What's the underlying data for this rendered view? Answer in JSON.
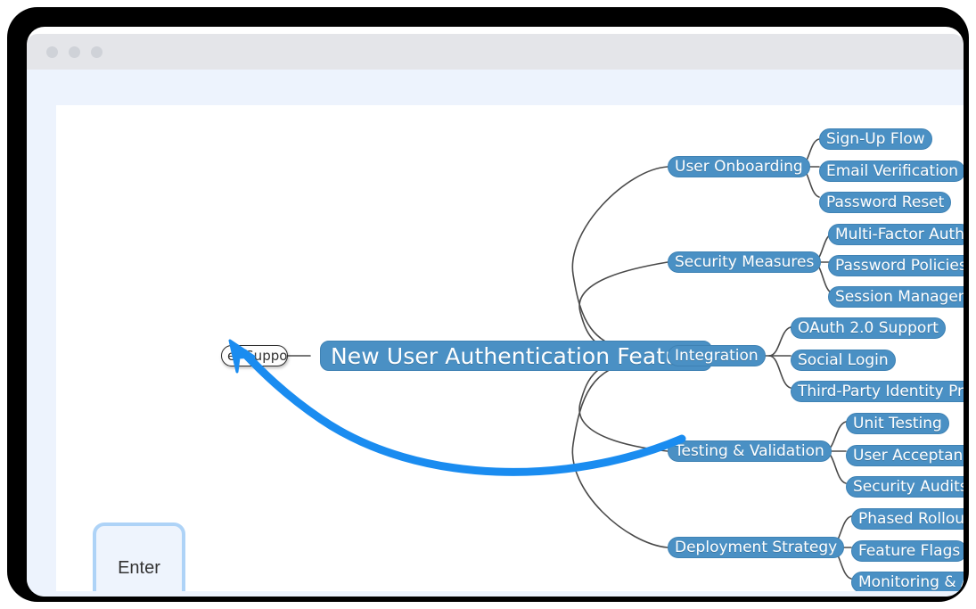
{
  "window": {
    "titlebar": {
      "dots": [
        "close-dot",
        "minimize-dot",
        "maximize-dot"
      ]
    }
  },
  "mindmap": {
    "root": {
      "label": "New User Authentication Featu…",
      "full_label": "New User Authentication Features"
    },
    "branches": [
      {
        "label": "User Onboarding",
        "children": [
          {
            "label": "Sign-Up Flow"
          },
          {
            "label": "Email Verification"
          },
          {
            "label": "Password Reset"
          }
        ]
      },
      {
        "label": "Security Measures",
        "children": [
          {
            "label": "Multi-Factor Auth"
          },
          {
            "label": "Password Policies"
          },
          {
            "label": "Session Managem"
          }
        ]
      },
      {
        "label": "Integration",
        "children": [
          {
            "label": "OAuth 2.0 Support"
          },
          {
            "label": "Social Login"
          },
          {
            "label": "Third-Party Identity Prov"
          }
        ]
      },
      {
        "label": "Testing & Validation",
        "children": [
          {
            "label": "Unit Testing"
          },
          {
            "label": "User Acceptance"
          },
          {
            "label": "Security Audits"
          }
        ]
      },
      {
        "label": "Deployment Strategy",
        "children": [
          {
            "label": "Phased Rollout"
          },
          {
            "label": "Feature Flags"
          },
          {
            "label": "Monitoring & A"
          }
        ]
      }
    ],
    "left_tooltip": {
      "label": "er Support"
    }
  },
  "enter_key": {
    "label": "Enter"
  },
  "colors": {
    "node_fill": "#4a90c4",
    "node_border": "#3f82b4",
    "node_text": "#ffffff",
    "connector": "#4a4a4a",
    "annotation_arrow": "#1a8cf0",
    "window_body": "#edf3fd",
    "titlebar": "#e4e5e9",
    "frame": "#000000",
    "enter_key_border": "#aed3f7"
  }
}
